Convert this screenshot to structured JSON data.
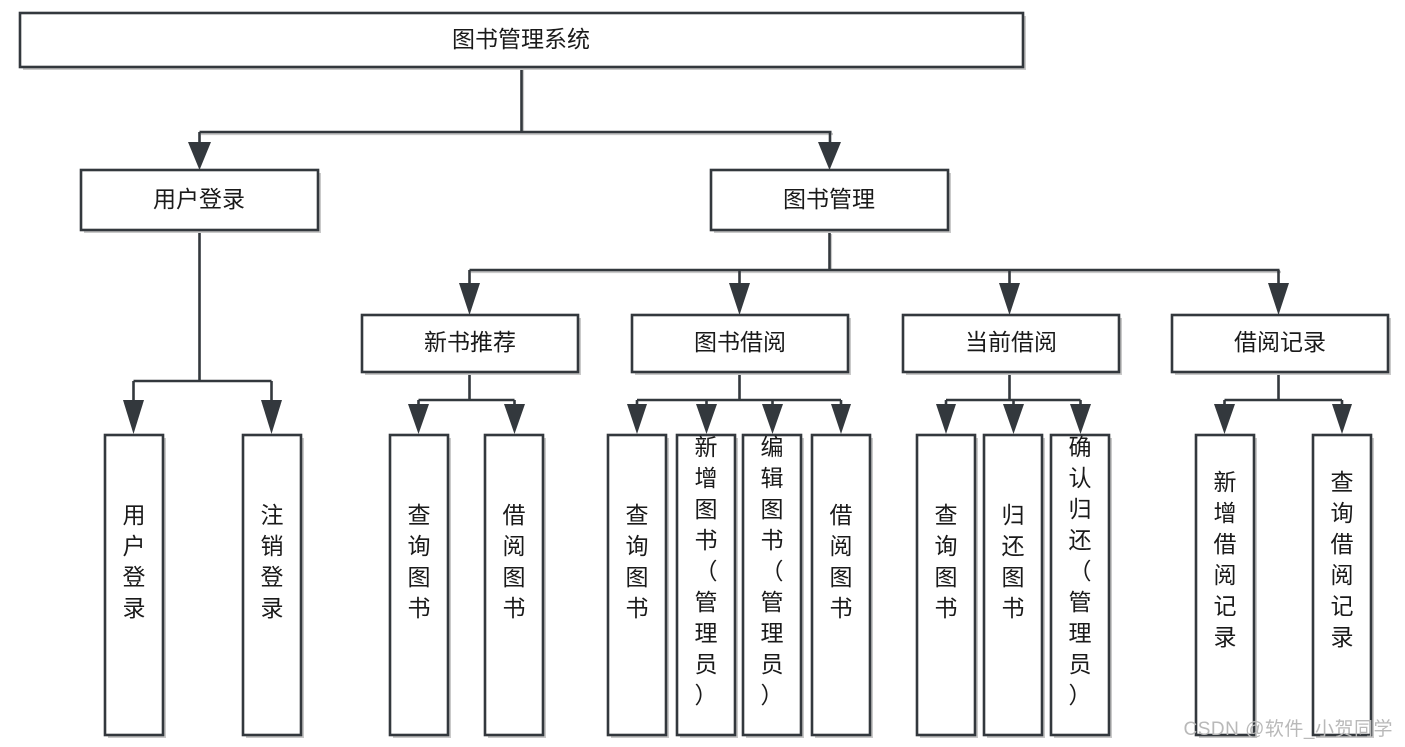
{
  "diagram": {
    "type": "tree-flowchart",
    "title": "图书管理系统",
    "orientation": "top-down",
    "watermark": "CSDN @软件_小贺同学",
    "nodes": {
      "root": {
        "label": "图书管理系统",
        "level": 1,
        "orientation": "horizontal"
      },
      "l2_1": {
        "label": "用户登录",
        "level": 2,
        "orientation": "horizontal"
      },
      "l2_2": {
        "label": "图书管理",
        "level": 2,
        "orientation": "horizontal"
      },
      "l3_1": {
        "label": "新书推荐",
        "level": 3,
        "orientation": "horizontal"
      },
      "l3_2": {
        "label": "图书借阅",
        "level": 3,
        "orientation": "horizontal"
      },
      "l3_3": {
        "label": "当前借阅",
        "level": 3,
        "orientation": "horizontal"
      },
      "l3_4": {
        "label": "借阅记录",
        "level": 3,
        "orientation": "horizontal"
      },
      "leaf_1": {
        "label": "用户登录",
        "level": 4,
        "orientation": "vertical"
      },
      "leaf_2": {
        "label": "注销登录",
        "level": 4,
        "orientation": "vertical"
      },
      "leaf_3": {
        "label": "查询图书",
        "level": 4,
        "orientation": "vertical"
      },
      "leaf_4": {
        "label": "借阅图书",
        "level": 4,
        "orientation": "vertical"
      },
      "leaf_5": {
        "label": "查询图书",
        "level": 4,
        "orientation": "vertical"
      },
      "leaf_6": {
        "label": "新增图书（管理员）",
        "level": 4,
        "orientation": "vertical"
      },
      "leaf_7": {
        "label": "编辑图书（管理员）",
        "level": 4,
        "orientation": "vertical"
      },
      "leaf_8": {
        "label": "借阅图书",
        "level": 4,
        "orientation": "vertical"
      },
      "leaf_9": {
        "label": "查询图书",
        "level": 4,
        "orientation": "vertical"
      },
      "leaf_10": {
        "label": "归还图书",
        "level": 4,
        "orientation": "vertical"
      },
      "leaf_11": {
        "label": "确认归还（管理员）",
        "level": 4,
        "orientation": "vertical"
      },
      "leaf_12": {
        "label": "新增借阅记录",
        "level": 4,
        "orientation": "vertical"
      },
      "leaf_13": {
        "label": "查询借阅记录",
        "level": 4,
        "orientation": "vertical"
      }
    },
    "edges": [
      {
        "from": "root",
        "to": "l2_1"
      },
      {
        "from": "root",
        "to": "l2_2"
      },
      {
        "from": "l2_1",
        "to": "leaf_1"
      },
      {
        "from": "l2_1",
        "to": "leaf_2"
      },
      {
        "from": "l2_2",
        "to": "l3_1"
      },
      {
        "from": "l2_2",
        "to": "l3_2"
      },
      {
        "from": "l2_2",
        "to": "l3_3"
      },
      {
        "from": "l2_2",
        "to": "l3_4"
      },
      {
        "from": "l3_1",
        "to": "leaf_3"
      },
      {
        "from": "l3_1",
        "to": "leaf_4"
      },
      {
        "from": "l3_2",
        "to": "leaf_5"
      },
      {
        "from": "l3_2",
        "to": "leaf_6"
      },
      {
        "from": "l3_2",
        "to": "leaf_7"
      },
      {
        "from": "l3_2",
        "to": "leaf_8"
      },
      {
        "from": "l3_3",
        "to": "leaf_9"
      },
      {
        "from": "l3_3",
        "to": "leaf_10"
      },
      {
        "from": "l3_3",
        "to": "leaf_11"
      },
      {
        "from": "l3_4",
        "to": "leaf_12"
      },
      {
        "from": "l3_4",
        "to": "leaf_13"
      }
    ],
    "colors": {
      "box_stroke": "#33383d",
      "box_fill": "#ffffff",
      "text": "#1a1a1a",
      "shadow": "#c9c9c9",
      "watermark": "#b9b9b9"
    }
  }
}
